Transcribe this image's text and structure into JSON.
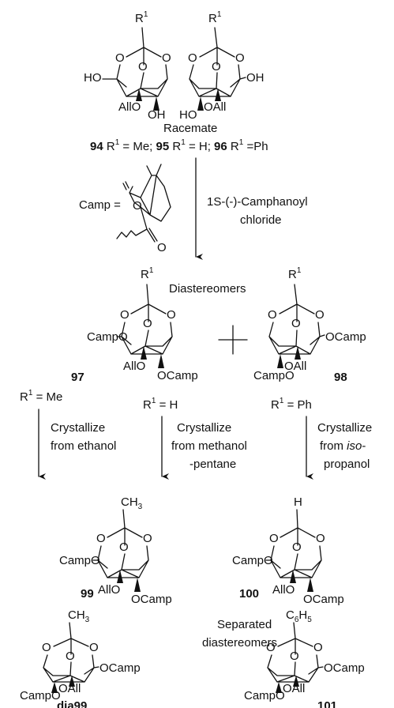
{
  "labels": {
    "racemate": "Racemate",
    "compounds_line": {
      "c94": "94",
      "r94": " R",
      "sup1": "1",
      "eq_me": " = Me; ",
      "c95": "95",
      "r95": " R",
      "eq_h": " = H; ",
      "c96": "96",
      "r96": " R",
      "eq_ph": " =Ph"
    },
    "camp_eq": "Camp =",
    "reagent_line1": "1S-(-)-Camphanoyl",
    "reagent_line2": "chloride",
    "diastereomers": "Diastereomers",
    "separated_line1": "Separated",
    "separated_line2": "diastereomers"
  },
  "substituents": {
    "r": "R",
    "one": "1",
    "ho": "HO",
    "oh": "OH",
    "o": "O",
    "allo": "AllO",
    "oall": "OAll",
    "all_o": "All",
    "campo": "CampO",
    "ocamp": "OCamp",
    "camp": "Camp",
    "ch3": "CH",
    "three": "3",
    "h": "H",
    "c6h5": "C",
    "six": "6",
    "h5": "H",
    "five": "5"
  },
  "compound_numbers": {
    "c97": "97",
    "c98": "98",
    "c99": "99",
    "c100": "100",
    "dia99": "dia99",
    "c101": "101"
  },
  "conditions": {
    "me": {
      "r": "R",
      "sup": "1",
      "eq": " = Me",
      "line1": "Crystallize",
      "line2": "from ethanol",
      "line3": ""
    },
    "h": {
      "r": "R",
      "sup": "1",
      "eq": " = H",
      "line1": "Crystallize",
      "line2": "from methanol",
      "line3": "-pentane"
    },
    "ph": {
      "r": "R",
      "sup": "1",
      "eq": " = Ph",
      "line1": "Crystallize",
      "line2_a": "from ",
      "line2_b": "iso",
      "line2_c": "-",
      "line3": "propanol"
    }
  }
}
